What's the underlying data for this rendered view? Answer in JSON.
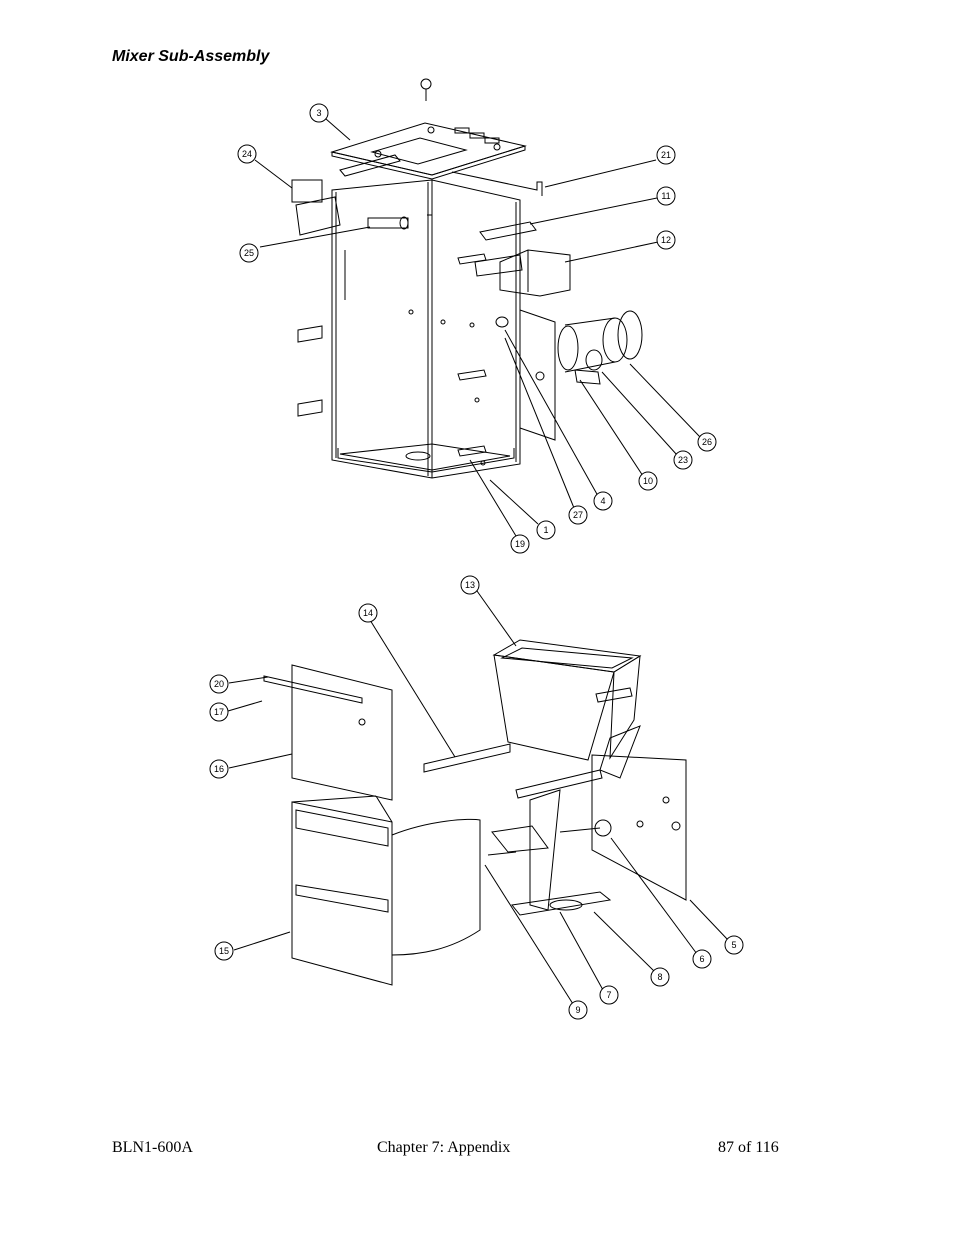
{
  "document": {
    "section_title": "Mixer Sub-Assembly",
    "footer": {
      "doc_id": "BLN1-600A",
      "chapter": "Chapter 7: Appendix",
      "page": "87 of 116"
    }
  },
  "callouts_upper": [
    "3",
    "24",
    "25",
    "21",
    "11",
    "12",
    "26",
    "23",
    "10",
    "4",
    "27",
    "1",
    "19"
  ],
  "callouts_lower": [
    "13",
    "14",
    "20",
    "17",
    "16",
    "15",
    "5",
    "6",
    "8",
    "7",
    "9"
  ]
}
